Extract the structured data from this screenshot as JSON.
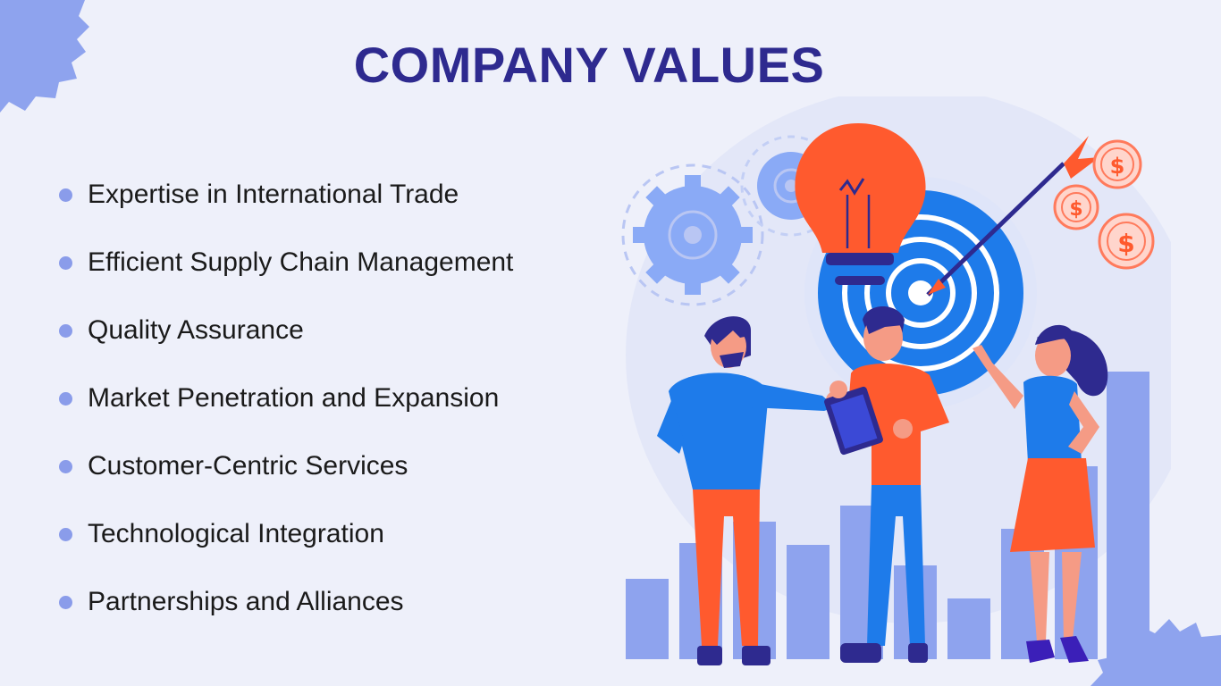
{
  "title": "COMPANY VALUES",
  "values": [
    "Expertise in International Trade",
    "Efficient Supply Chain Management",
    "Quality Assurance",
    "Market Penetration and Expansion",
    "Customer-Centric Services",
    "Technological Integration",
    "Partnerships and Alliances"
  ],
  "colors": {
    "background": "#eef0fa",
    "title": "#2e2a8f",
    "bullet": "#8a9cea",
    "accent_blue": "#1e7bea",
    "accent_orange": "#ff5a2e",
    "bars": "#8ea3ee"
  },
  "illustration": {
    "icons": [
      "gear-icon",
      "lightbulb-icon",
      "target-icon",
      "arrow-icon",
      "dollar-coin-icon",
      "bar-chart-icon"
    ],
    "coin_symbol": "$"
  }
}
